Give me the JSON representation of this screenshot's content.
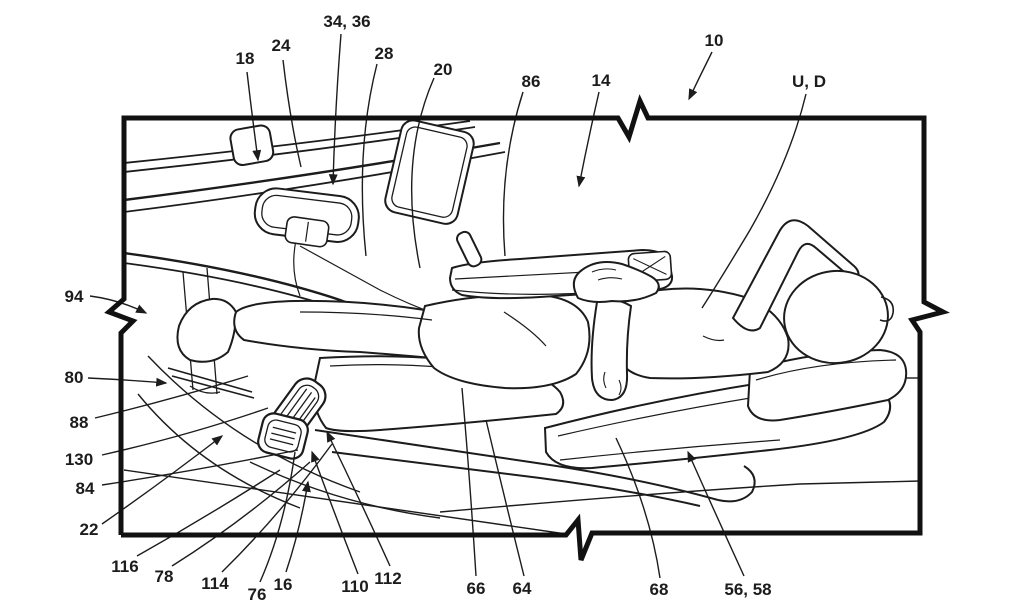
{
  "figure": {
    "kind": "patent-line-drawing",
    "subject": "reclined occupant in vehicle seat with instrument panel, console and pedals",
    "colors": {
      "ink": "#1c1c1c",
      "background": "#ffffff"
    }
  },
  "labels": [
    "34, 36",
    "18",
    "24",
    "28",
    "20",
    "86",
    "14",
    "10",
    "U, D",
    "94",
    "80",
    "88",
    "130",
    "84",
    "22",
    "116",
    "78",
    "114",
    "76",
    "16",
    "110",
    "112",
    "66",
    "64",
    "68",
    "56, 58"
  ]
}
